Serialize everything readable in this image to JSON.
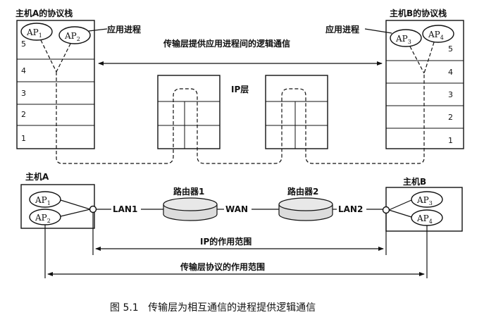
{
  "stack_a_title": "主机A的协议栈",
  "stack_b_title": "主机B的协议栈",
  "app_process_label": "应用进程",
  "transport_logic_label": "传输层提供应用进程间的逻辑通信",
  "ip_layer_label": "IP层",
  "layers": [
    "5",
    "4",
    "3",
    "2",
    "1"
  ],
  "ap_prefix": "AP",
  "ap_subs": [
    "1",
    "2",
    "3",
    "4"
  ],
  "host_a_label": "主机A",
  "host_b_label": "主机B",
  "router1_label": "路由器1",
  "router2_label": "路由器2",
  "lan1_label": "LAN1",
  "wan_label": "WAN",
  "lan2_label": "LAN2",
  "ip_scope_label": "IP的作用范围",
  "transport_scope_label": "传输层协议的作用范围",
  "caption": "图 5.1   传输层为相互通信的进程提供逻辑通信"
}
